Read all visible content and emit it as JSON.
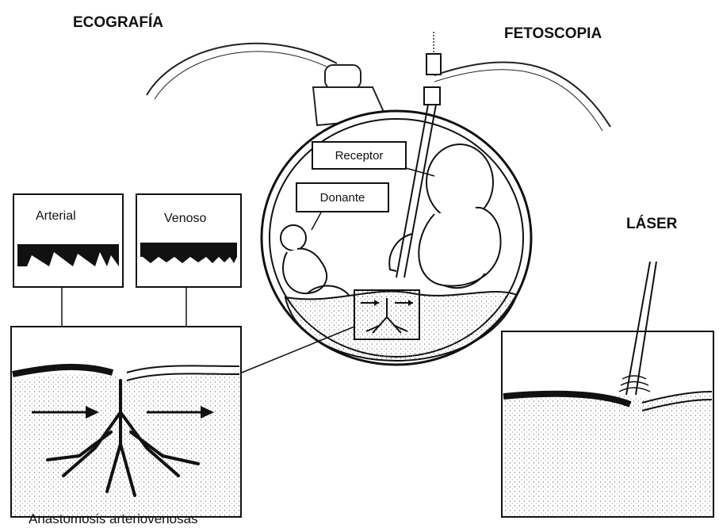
{
  "titles": {
    "ecografia": "ECOGRAFÍA",
    "fetoscopia": "FETOSCOPIA",
    "laser": "LÁSER"
  },
  "fetuses": {
    "receptor": "Receptor",
    "donante": "Donante"
  },
  "doppler": {
    "arterial": "Arterial",
    "venoso": "Venoso"
  },
  "caption": "Anastomosis arteriovenosas"
}
